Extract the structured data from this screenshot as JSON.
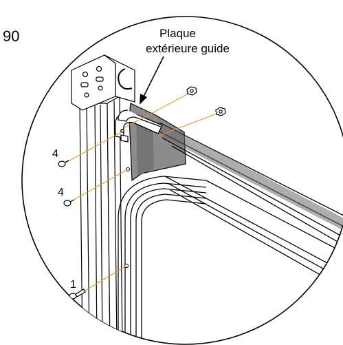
{
  "figure": {
    "step_number": "90",
    "callout_text_line1": "Plaque",
    "callout_text_line2": "extérieure guide"
  },
  "parts": [
    {
      "id": "screw-upper",
      "quantity_label": "4"
    },
    {
      "id": "screw-middle",
      "quantity_label": "4"
    },
    {
      "id": "bolt-lower",
      "quantity_label": "1"
    }
  ],
  "colors": {
    "outline": "#000000",
    "leader_line": "#e8922e",
    "plate_shade": "#8c8c8c",
    "plate_dark": "#5a5a5a",
    "background": "#ffffff"
  }
}
